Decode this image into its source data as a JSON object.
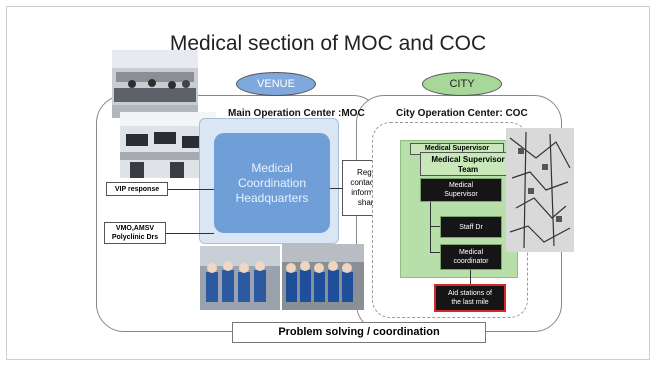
{
  "title": "Medical section of MOC and COC",
  "venue": {
    "pill": "VENUE",
    "header": "Main Operation Center :MOC",
    "hq": [
      "Medical",
      "Coordination",
      "Headquarters"
    ],
    "vip": "VIP response",
    "vmo": [
      "VMO,AMSV",
      "Polyclinic Drs"
    ]
  },
  "link": [
    "Regular",
    "contact and",
    "information",
    "sharing"
  ],
  "city": {
    "pill": "CITY",
    "header": "City Operation Center: COC",
    "team_back": "Medical Supervisor",
    "team": [
      "Medical Supervisor",
      "Team"
    ],
    "supervisor": [
      "Medical",
      "Supervisor"
    ],
    "staff": "Staff Dr",
    "coordinator": [
      "Medical",
      "coordinator"
    ],
    "aid": [
      "Aid stations of",
      "the last mile"
    ]
  },
  "bottom": "Problem solving / coordination",
  "colors": {
    "venue_pill": "#7ea8de",
    "city_pill": "#a7d89a",
    "hq_blue": "#6f9fd6",
    "green_panel": "#b8dfaa",
    "aid_border": "#d22a2a"
  }
}
